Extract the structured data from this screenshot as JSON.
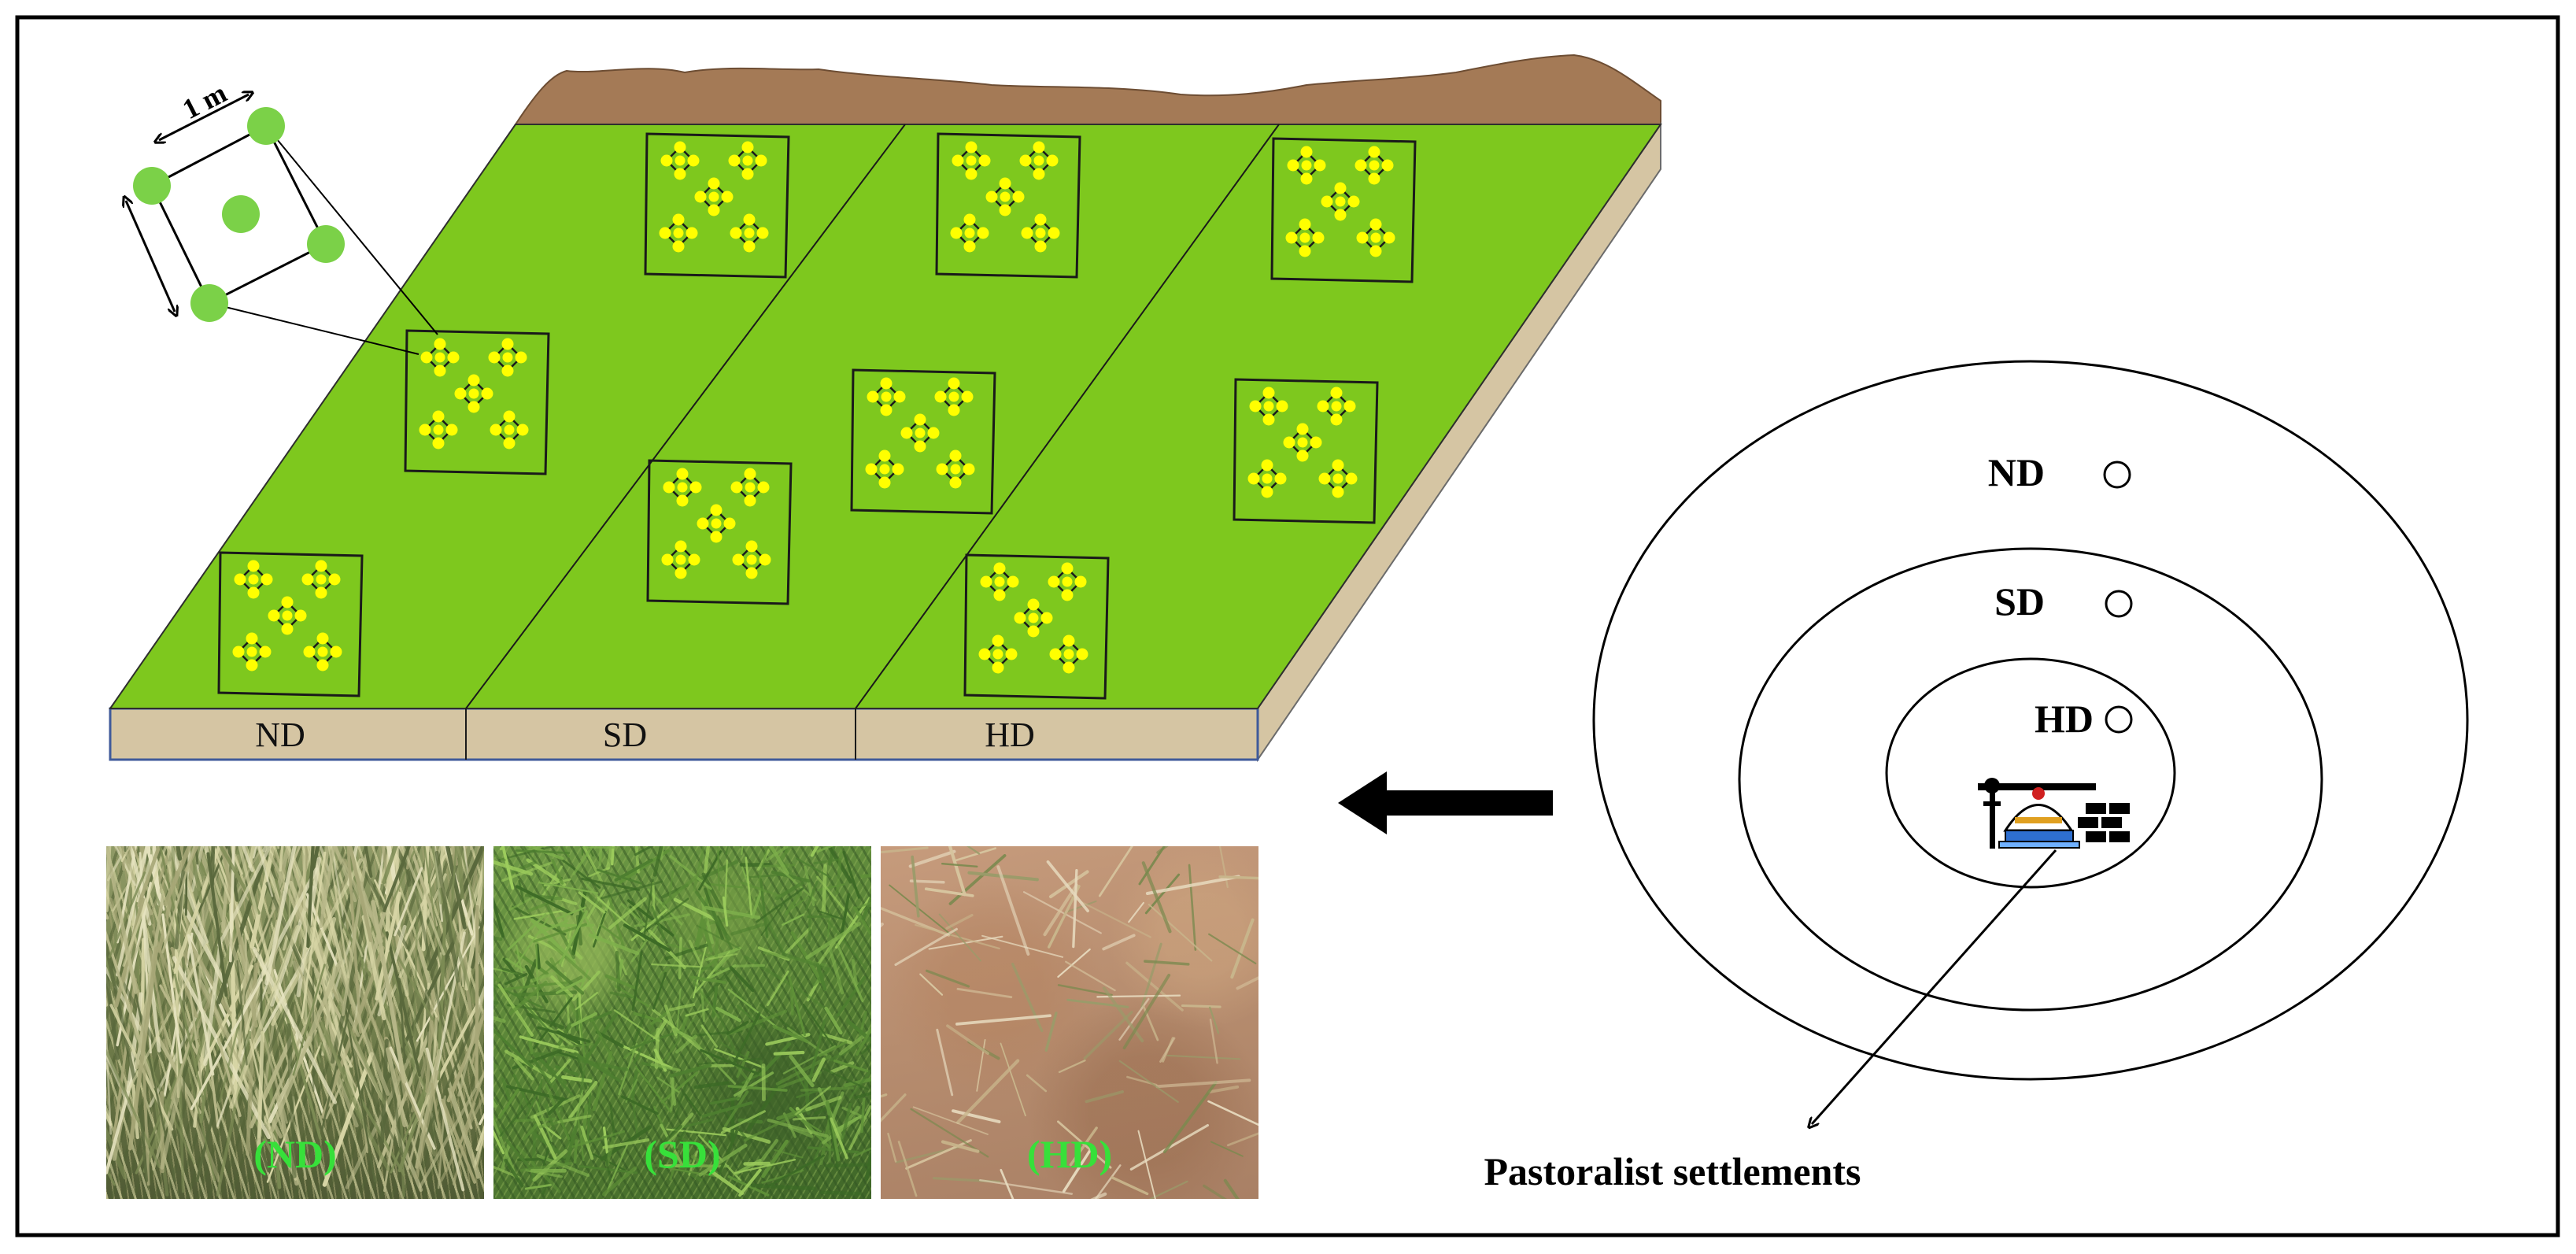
{
  "scale_bar": {
    "label": "1 m"
  },
  "strips": [
    {
      "label": "ND"
    },
    {
      "label": "SD"
    },
    {
      "label": "HD"
    }
  ],
  "zones": [
    {
      "label": "ND"
    },
    {
      "label": "SD"
    },
    {
      "label": "HD"
    }
  ],
  "settlement_label": "Pastoralist settlements",
  "photos": [
    {
      "label": "(ND)"
    },
    {
      "label": "(SD)"
    },
    {
      "label": "(HD)"
    }
  ],
  "colors": {
    "field_green": "#7ec81e",
    "soil_brown": "#a47a56",
    "soil_side": "#d5c5a3",
    "plant_yellow": "#ffff00",
    "quadrat_green": "#7bd148",
    "photo_label_green": "#37e03a"
  }
}
